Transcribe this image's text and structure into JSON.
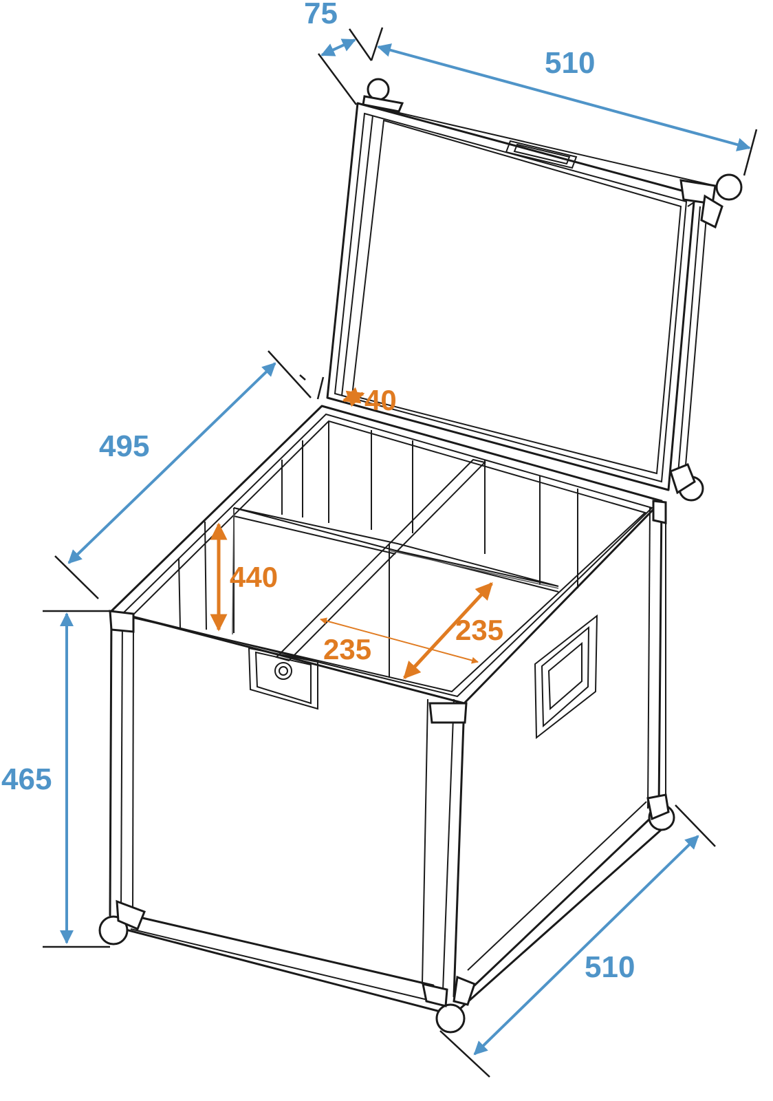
{
  "dimensions": {
    "lid_depth": "75",
    "width_top": "510",
    "depth_left": "495",
    "height": "465",
    "width_bottom": "510",
    "lid_inner": "40",
    "inner_height": "440",
    "compartment_width": "235",
    "compartment_depth": "235"
  },
  "colors": {
    "outer_dimension": "#4f94c8",
    "inner_dimension": "#e07b21",
    "outline": "#1a1a1a"
  }
}
